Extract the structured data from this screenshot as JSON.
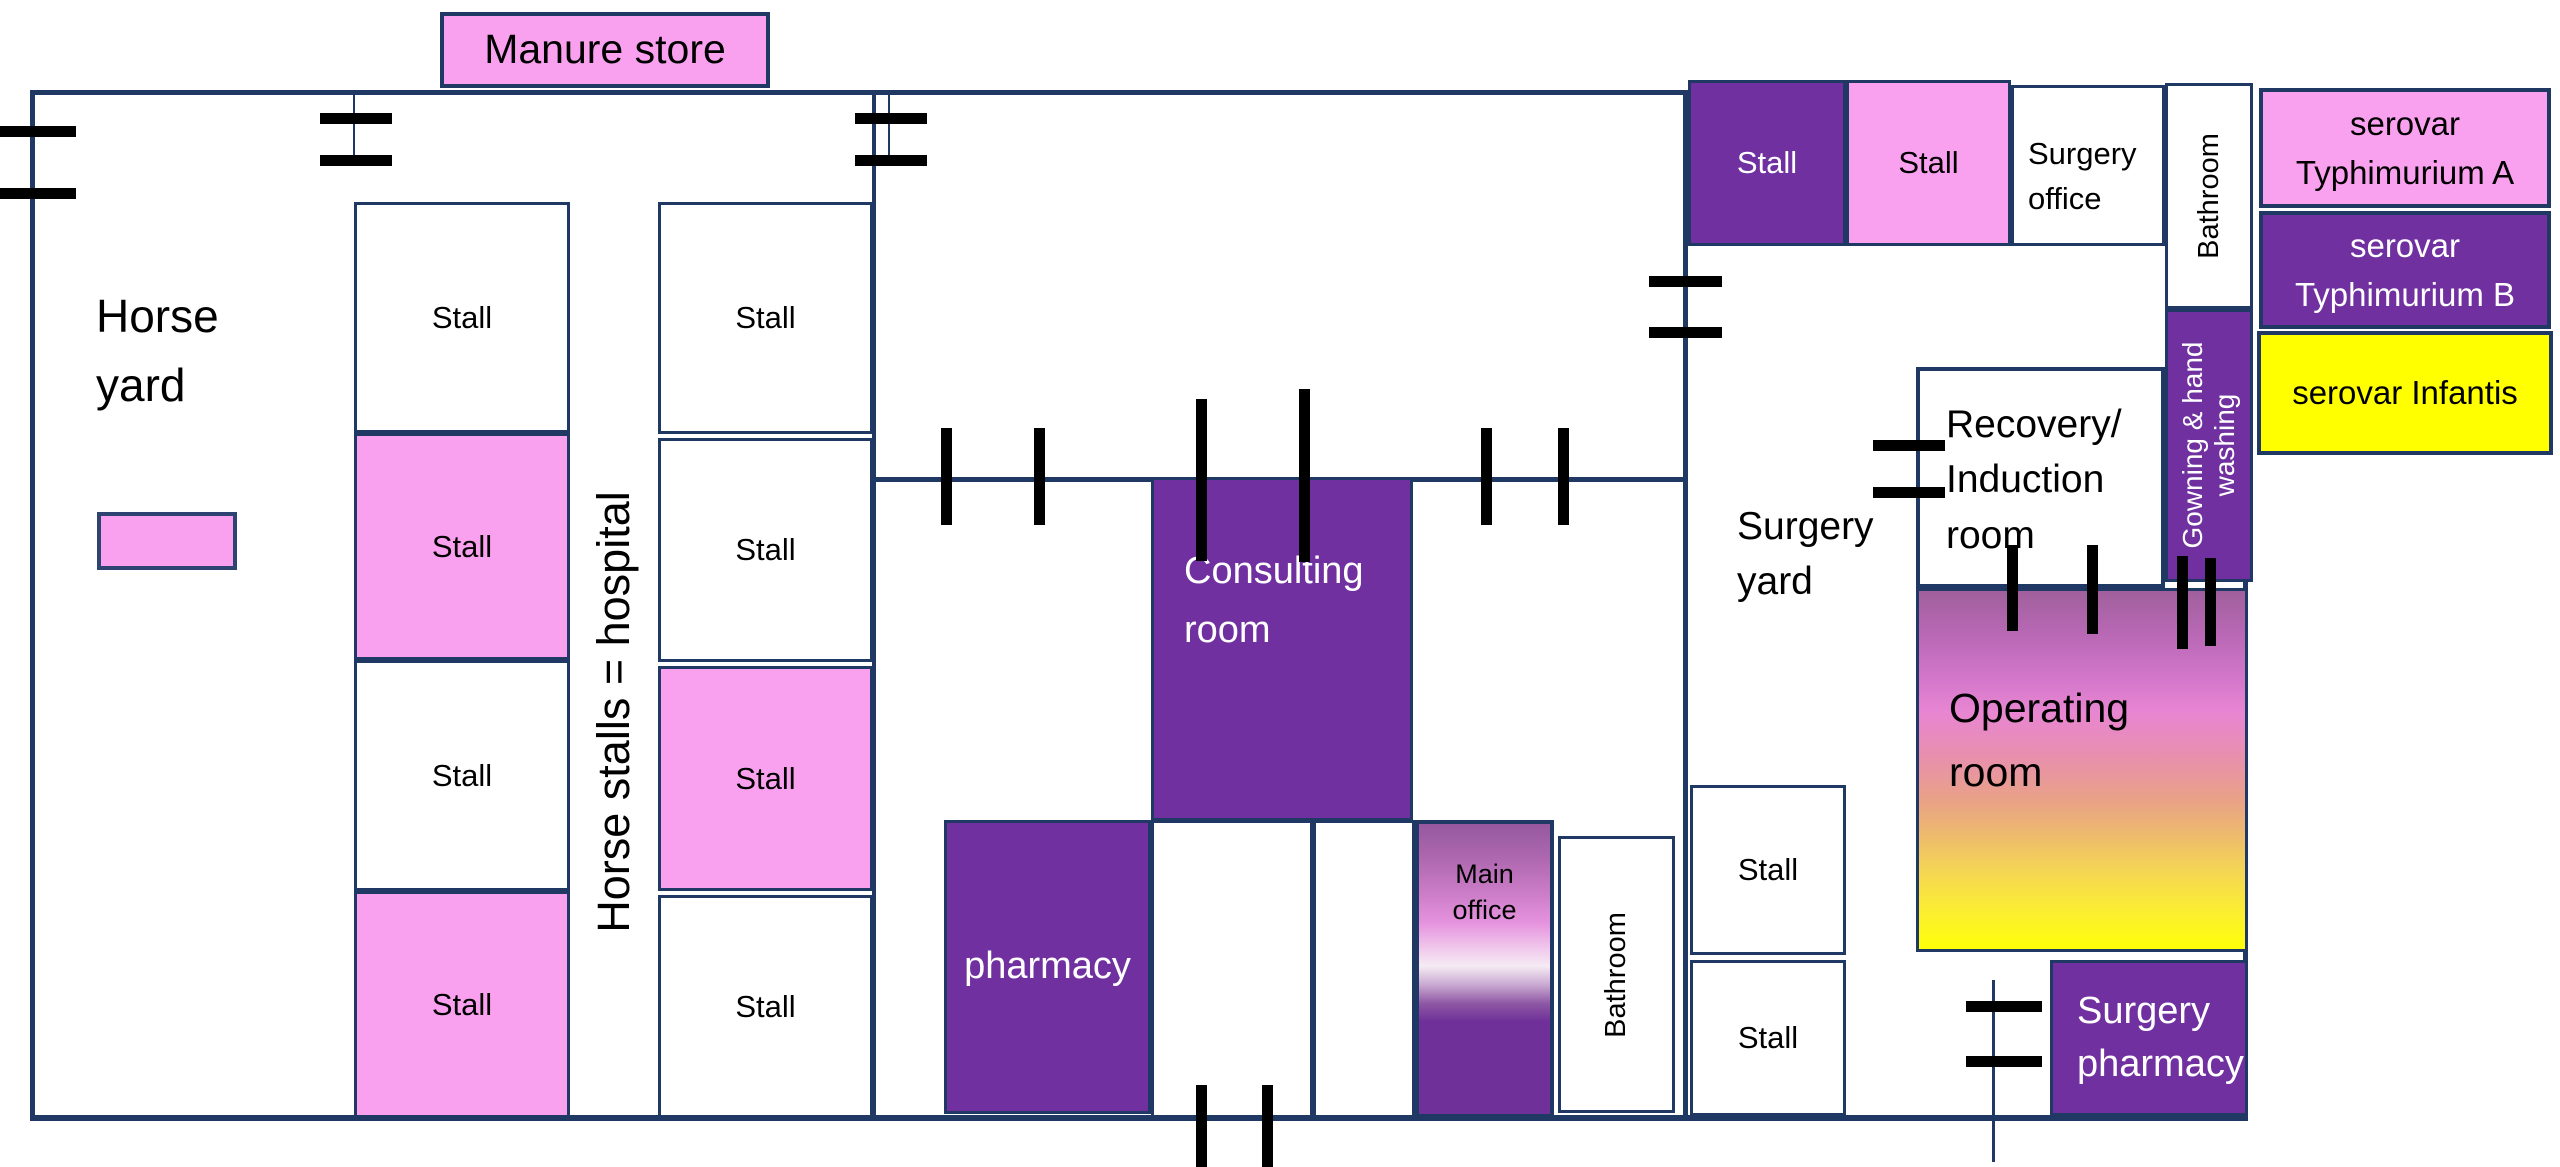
{
  "palette": {
    "serovar_typhimurium_a": "#F9A1EF",
    "serovar_typhimurium_b": "#7030A0",
    "serovar_infantis": "#FFFF00",
    "wall": "#1F3864",
    "door_mark": "#000000"
  },
  "manure_store": {
    "label": "Manure store"
  },
  "left_building": {
    "horse_yard": {
      "label": "Horse\nyard"
    },
    "divider_label": "Horse stalls = hospital",
    "column_a": [
      {
        "label": "Stall",
        "fill": "none"
      },
      {
        "label": "Stall",
        "fill": "serovar Typhimurium A"
      },
      {
        "label": "Stall",
        "fill": "none"
      },
      {
        "label": "Stall",
        "fill": "serovar Typhimurium A"
      }
    ],
    "column_b": [
      {
        "label": "Stall",
        "fill": "none"
      },
      {
        "label": "Stall",
        "fill": "none"
      },
      {
        "label": "Stall",
        "fill": "serovar Typhimurium A"
      },
      {
        "label": "Stall",
        "fill": "none"
      }
    ]
  },
  "middle_building": {
    "consulting_room": {
      "label": "Consulting\nroom",
      "fill": "serovar Typhimurium B"
    },
    "pharmacy": {
      "label": "pharmacy",
      "fill": "serovar Typhimurium B"
    },
    "main_office": {
      "label": "Main\noffice",
      "fill": "mixed gradient"
    },
    "bathroom": {
      "label": "Bathroom",
      "fill": "none"
    }
  },
  "right_building": {
    "stall_top_1": {
      "label": "Stall",
      "fill": "serovar Typhimurium B"
    },
    "stall_top_2": {
      "label": "Stall",
      "fill": "serovar Typhimurium A"
    },
    "surgery_office": {
      "label": "Surgery\noffice",
      "fill": "none"
    },
    "bathroom": {
      "label": "Bathroom",
      "fill": "none"
    },
    "surgery_yard": {
      "label": "Surgery\nyard"
    },
    "recovery_room": {
      "label": "Recovery/\nInduction\nroom",
      "fill": "none"
    },
    "gowning": {
      "label": "Gowning & hand\nwashing",
      "fill": "serovar Typhimurium B"
    },
    "operating_room": {
      "label": "Operating\nroom",
      "fill": "mixed gradient"
    },
    "stall_lower_1": {
      "label": "Stall",
      "fill": "none"
    },
    "stall_lower_2": {
      "label": "Stall",
      "fill": "none"
    },
    "surgery_pharmacy": {
      "label": "Surgery\npharmacy",
      "fill": "serovar Typhimurium B"
    }
  },
  "legend": {
    "items": [
      {
        "label": "serovar\nTyphimurium A",
        "color": "#F9A1EF",
        "text_color": "#000000"
      },
      {
        "label": "serovar\nTyphimurium B",
        "color": "#7030A0",
        "text_color": "#FFFFFF"
      },
      {
        "label": "serovar Infantis",
        "color": "#FFFF00",
        "text_color": "#000000"
      }
    ]
  }
}
